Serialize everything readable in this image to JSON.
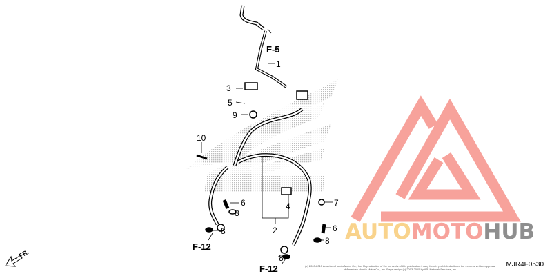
{
  "diagram": {
    "callouts": [
      "1",
      "2",
      "3",
      "4",
      "5",
      "6",
      "6",
      "7",
      "8",
      "8",
      "8",
      "9",
      "10"
    ],
    "references": [
      "F-5",
      "F-12",
      "F-12"
    ],
    "direction_label": "FR.",
    "diagram_code": "MJR4F0530",
    "copyright": "(c) 2003-2015 American Honda Motor Co., Inc. Reproduction of the contents of this publication in any form is prohibited without the express written approval of American Honda Motor Co., Inc. Page design (c) 2003-2015 by ARI Network Services, Inc."
  },
  "watermark": {
    "parts": [
      "AUTO",
      "MOTO",
      "HUB"
    ],
    "colors": {
      "auto": "#f9d38c",
      "moto": "#f7a29b",
      "hub": "#8e8e8e",
      "mark": "#f7a29b"
    }
  }
}
